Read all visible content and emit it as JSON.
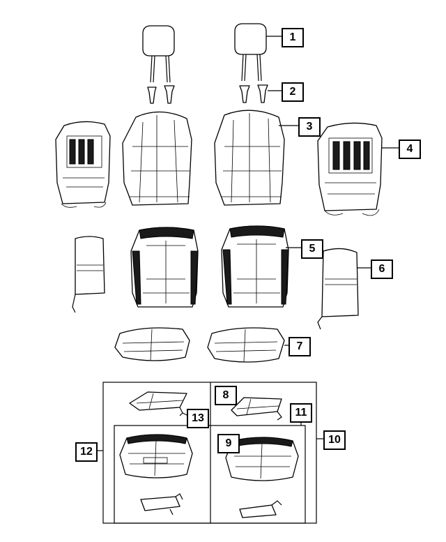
{
  "callouts": {
    "c1": "1",
    "c2": "2",
    "c3": "3",
    "c4": "4",
    "c5": "5",
    "c6": "6",
    "c7": "7",
    "c8": "8",
    "c9": "9",
    "c10": "10",
    "c11": "11",
    "c12": "12",
    "c13": "13"
  },
  "colors": {
    "stroke": "#000000",
    "background": "#ffffff"
  }
}
